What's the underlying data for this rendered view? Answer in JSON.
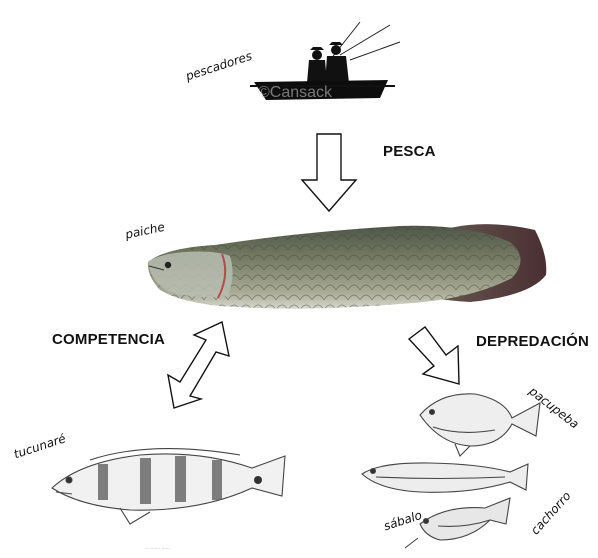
{
  "labels": {
    "fishermen": "pescadores",
    "fishing": "PESCA",
    "paiche": "paiche",
    "competition": "COMPETENCIA",
    "predation": "DEPREDACIÓN",
    "tucunare": "tucunaré",
    "pacupeba": "pacupeba",
    "sabalo": "sábalo",
    "cachorro": "cachorro"
  },
  "colors": {
    "paiche_body": "#6f7560",
    "paiche_belly": "#c9ccc0",
    "paiche_tail": "#5a3a3a",
    "sketch": "#444444",
    "silhouette": "#111111"
  }
}
